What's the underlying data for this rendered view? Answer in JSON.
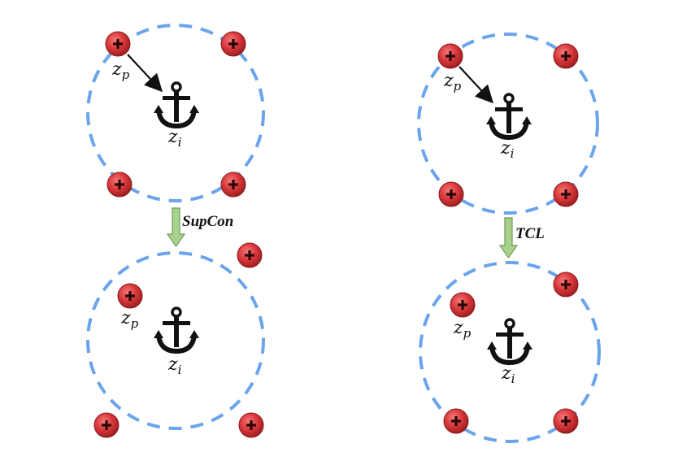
{
  "colors": {
    "circle": "#6aa4ec",
    "positive": "#d9373a",
    "positive_dark": "#8a1c1c",
    "anchor": "#111111",
    "arrow_fill": "#a9d18e",
    "arrow_stroke": "#6f9a55"
  },
  "icons": {
    "anchor": "anchor-icon",
    "positive": "plus-sample-icon"
  },
  "labels": {
    "anchor_var": "z",
    "anchor_sub": "i",
    "positive_var": "z",
    "positive_sub": "p",
    "plus_symbol": "+"
  },
  "methods": {
    "left": "SupCon",
    "right": "TCL"
  }
}
